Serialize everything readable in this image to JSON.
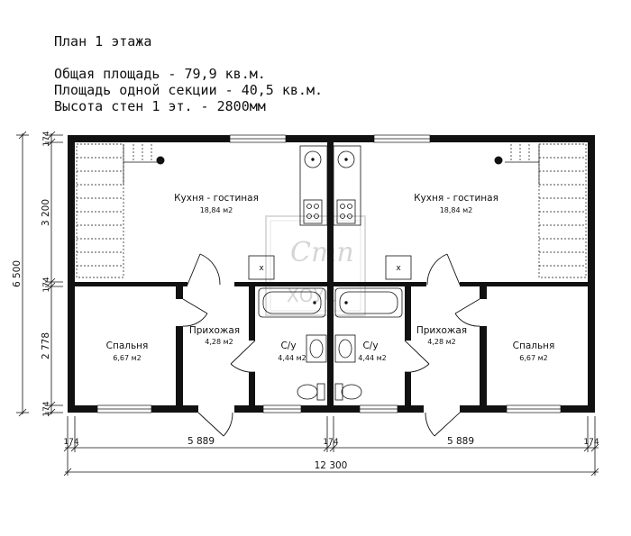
{
  "header": {
    "title": "План 1 этажа",
    "total_area": "Общая площадь - 79,9 кв.м.",
    "section_area": "Площадь одной секции - 40,5 кв.м.",
    "wall_height": "Высота стен 1 эт. - 2800мм"
  },
  "rooms": {
    "kitchen_left": {
      "name": "Кухня - гостиная",
      "area": "18,84 м2"
    },
    "kitchen_right": {
      "name": "Кухня - гостиная",
      "area": "18,84 м2"
    },
    "bedroom_left": {
      "name": "Спальня",
      "area": "6,67 м2"
    },
    "bedroom_right": {
      "name": "Спальня",
      "area": "6,67 м2"
    },
    "hall_left": {
      "name": "Прихожая",
      "area": "4,28 м2"
    },
    "hall_right": {
      "name": "Прихожая",
      "area": "4,28 м2"
    },
    "bath_left": {
      "name": "С/у",
      "area": "4,44 м2"
    },
    "bath_right": {
      "name": "С/у",
      "area": "4,44 м2"
    }
  },
  "dimensions": {
    "vertical": {
      "total": "6 500",
      "top_wall": "174",
      "upper": "3 200",
      "mid_wall": "174",
      "lower": "2 778",
      "bottom_wall": "174"
    },
    "horizontal": {
      "left_wall": "174",
      "left_section": "5 889",
      "mid_wall": "174",
      "right_section": "5 889",
      "right_wall": "174",
      "total": "12 300"
    }
  },
  "fixtures": {
    "stove_mark": "x"
  },
  "watermark": {
    "script": "Cтп",
    "text": "ХОУС"
  }
}
